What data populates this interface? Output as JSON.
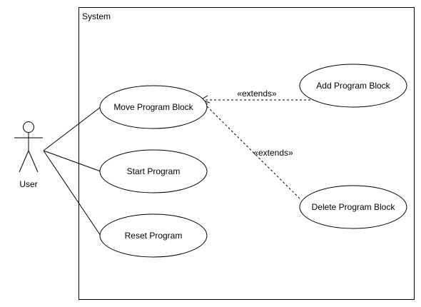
{
  "system": {
    "label": "System"
  },
  "actor": {
    "label": "User"
  },
  "use_cases": {
    "move": "Move Program Block",
    "start": "Start Program",
    "reset": "Reset Program",
    "add": "Add Program Block",
    "delete": "Delete Program Block"
  },
  "relations": {
    "extends_add": "«extends»",
    "extends_delete": "«extends»"
  },
  "colors": {
    "stroke": "#000000",
    "fill": "#ffffff",
    "text": "#000000"
  }
}
